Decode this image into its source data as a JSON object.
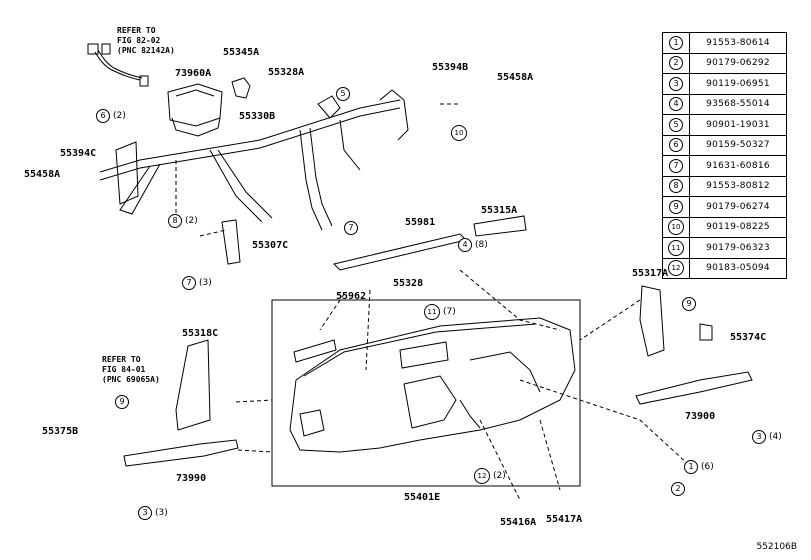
{
  "diagram_id": "552106B",
  "notes": {
    "top": "REFER TO\nFIG 82-02\n(PNC 82142A)",
    "middle": "REFER TO\nFIG 84-01\n(PNC 69065A)"
  },
  "parts": {
    "p73960A": "73960A",
    "p55345A": "55345A",
    "p55328A": "55328A",
    "p55394B": "55394B",
    "p55458A_top": "55458A",
    "p55330B": "55330B",
    "p55394C": "55394C",
    "p55458A_left": "55458A",
    "p55981": "55981",
    "p55315A": "55315A",
    "p55307C": "55307C",
    "p55328": "55328",
    "p55962": "55962",
    "p55317A": "55317A",
    "p55318C": "55318C",
    "p55374C": "55374C",
    "p73900": "73900",
    "p55375B": "55375B",
    "p73990": "73990",
    "p55401E": "55401E",
    "p55416A": "55416A",
    "p55417A": "55417A"
  },
  "callouts": [
    {
      "num": "6",
      "qty": "(2)"
    },
    {
      "num": "5",
      "qty": ""
    },
    {
      "num": "10",
      "qty": ""
    },
    {
      "num": "8",
      "qty": "(2)"
    },
    {
      "num": "7",
      "qty": ""
    },
    {
      "num": "4",
      "qty": "(8)"
    },
    {
      "num": "7",
      "qty": "(3)"
    },
    {
      "num": "11",
      "qty": "(7)"
    },
    {
      "num": "9",
      "qty": ""
    },
    {
      "num": "9",
      "qty": ""
    },
    {
      "num": "3",
      "qty": "(4)"
    },
    {
      "num": "1",
      "qty": "(6)"
    },
    {
      "num": "2",
      "qty": ""
    },
    {
      "num": "12",
      "qty": "(2)"
    },
    {
      "num": "3",
      "qty": "(3)"
    }
  ],
  "legend": [
    {
      "num": "1",
      "part": "91553-80614"
    },
    {
      "num": "2",
      "part": "90179-06292"
    },
    {
      "num": "3",
      "part": "90119-06951"
    },
    {
      "num": "4",
      "part": "93568-55014"
    },
    {
      "num": "5",
      "part": "90901-19031"
    },
    {
      "num": "6",
      "part": "90159-50327"
    },
    {
      "num": "7",
      "part": "91631-60816"
    },
    {
      "num": "8",
      "part": "91553-80812"
    },
    {
      "num": "9",
      "part": "90179-06274"
    },
    {
      "num": "10",
      "part": "90119-08225"
    },
    {
      "num": "11",
      "part": "90179-06323"
    },
    {
      "num": "12",
      "part": "90183-05094"
    }
  ]
}
